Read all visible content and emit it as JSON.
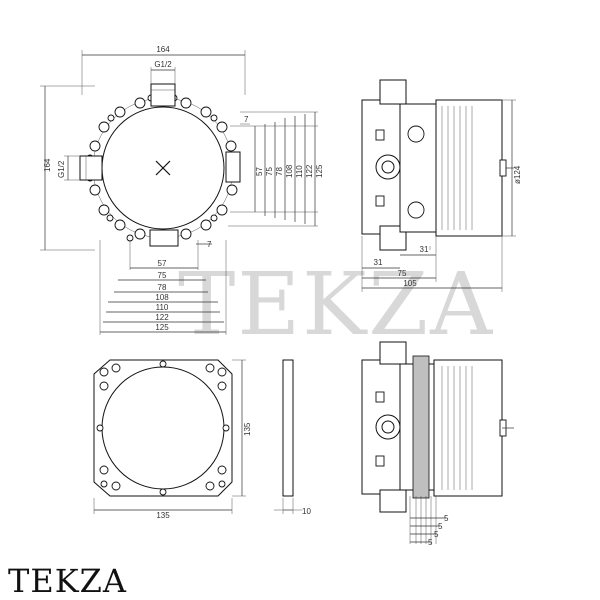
{
  "brand": {
    "logo_text": "TEKZA",
    "watermark": "TEKZA"
  },
  "views": {
    "front": {
      "overall_width": "164",
      "overall_height": "164",
      "top_thread": "G1/2",
      "left_thread": "G1/2",
      "side_offset": "7",
      "bottom_offset": "7",
      "right_dims": [
        "57",
        "75",
        "78",
        "108",
        "110",
        "122",
        "125"
      ],
      "bottom_dims": [
        "57",
        "75",
        "78",
        "108",
        "110",
        "122",
        "125"
      ]
    },
    "side": {
      "diameter": "ø124",
      "dim_31_top": "31",
      "dim_31_bottom": "31",
      "dim_75": "75",
      "dim_105": "105"
    },
    "plate": {
      "width": "135",
      "height": "135"
    },
    "plate_edge": {
      "thickness": "10"
    },
    "section": {
      "steps": [
        "5",
        "5",
        "5",
        "5"
      ]
    }
  }
}
